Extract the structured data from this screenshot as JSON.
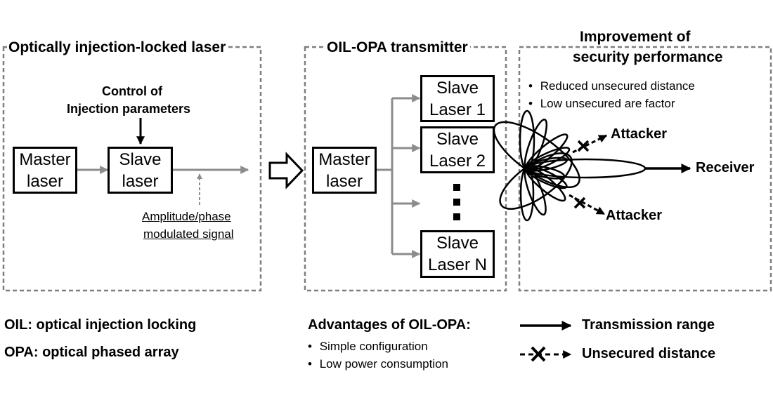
{
  "panels": {
    "oil": {
      "title": "Optically injection-locked laser",
      "control_line1": "Control of",
      "control_line2": "Injection parameters",
      "master_line1": "Master",
      "master_line2": "laser",
      "slave_line1": "Slave",
      "slave_line2": "laser",
      "signal_line1": "Amplitude/phase",
      "signal_line2": "modulated signal"
    },
    "opa": {
      "title": "OIL-OPA transmitter",
      "master_line1": "Master",
      "master_line2": "laser",
      "slaves": [
        {
          "line1": "Slave",
          "line2": "Laser 1"
        },
        {
          "line1": "Slave",
          "line2": "Laser 2"
        },
        {
          "line1": "Slave",
          "line2": "Laser N"
        }
      ]
    },
    "security": {
      "title_line1": "Improvement of",
      "title_line2": "security performance",
      "bullets": [
        "Reduced unsecured distance",
        "Low unsecured are factor"
      ],
      "attacker_top": "Attacker",
      "attacker_bottom": "Attacker",
      "receiver": "Receiver"
    }
  },
  "footer": {
    "abbrev_oil": "OIL: optical injection locking",
    "abbrev_opa": "OPA: optical phased array",
    "advantages_title": "Advantages of OIL-OPA:",
    "advantages": [
      "Simple configuration",
      "Low power consumption"
    ],
    "legend_transmission": "Transmission range",
    "legend_unsecured": "Unsecured distance"
  },
  "colors": {
    "arrow_gray": "#8c8c8c",
    "border_dash": "#7f7f7f",
    "ink": "#000000"
  }
}
